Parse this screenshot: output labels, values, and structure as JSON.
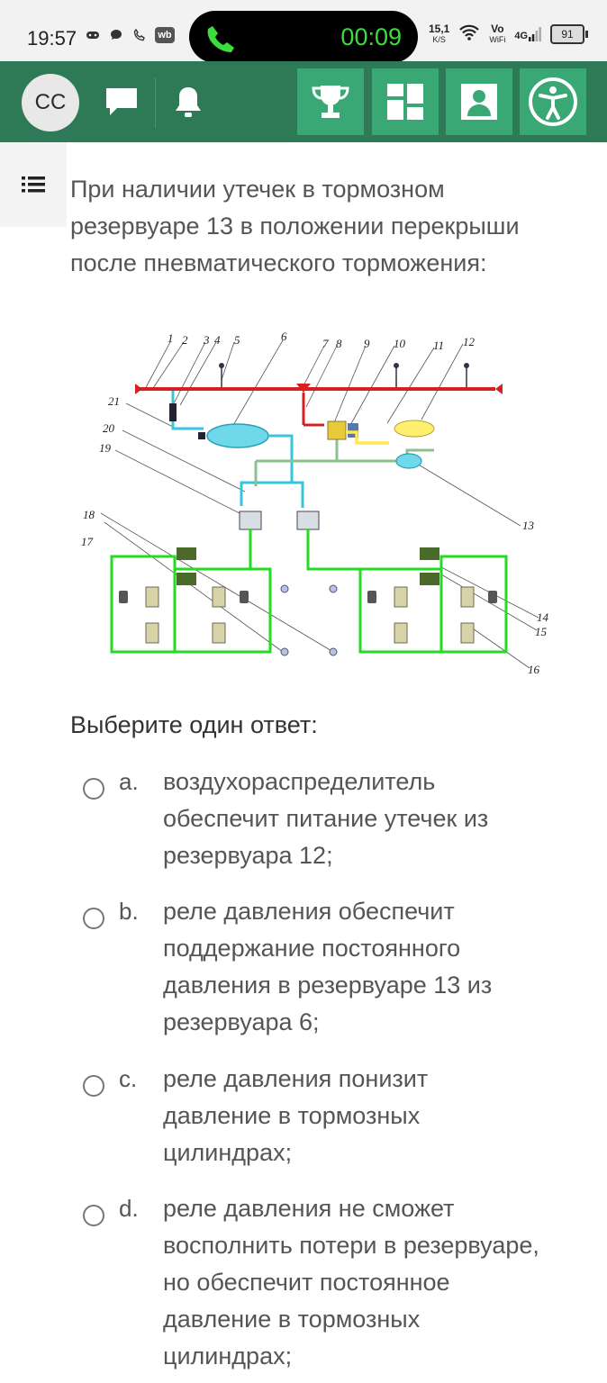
{
  "status_bar": {
    "time": "19:57",
    "call_timer": "00:09",
    "net_speed_value": "15,1",
    "net_speed_unit": "K/S",
    "vowifi_top": "Vo",
    "vowifi_bottom": "WiFi",
    "network": "4G",
    "battery": "91",
    "wb_label": "wb"
  },
  "header": {
    "avatar_initials": "CC",
    "nav_buttons": [
      "trophy-icon",
      "dashboard-icon",
      "profile-card-icon",
      "accessibility-icon"
    ]
  },
  "question": {
    "text": "При наличии утечек в тормозном резервуаре 13 в положении перекрыши после пневматического торможения:"
  },
  "diagram": {
    "labels": [
      "1",
      "2",
      "3",
      "4",
      "5",
      "6",
      "7",
      "8",
      "9",
      "10",
      "11",
      "12",
      "13",
      "14",
      "15",
      "16",
      "17",
      "18",
      "19",
      "20",
      "21"
    ],
    "colors": {
      "brake_line": "#d42020",
      "supply": "#35c7d8",
      "control": "#8cc08c",
      "cylinders": "#22dd22",
      "relay": "#ffe94d"
    }
  },
  "answer_prompt": "Выберите один ответ:",
  "options": [
    {
      "letter": "a.",
      "text": "воздухораспределитель обеспечит питание утечек из резервуара 12;"
    },
    {
      "letter": "b.",
      "text": "реле давления обеспечит поддержание постоянного давления в резервуаре 13 из резервуара 6;"
    },
    {
      "letter": "c.",
      "text": "реле давления понизит давление в тормозных цилиндрах;"
    },
    {
      "letter": "d.",
      "text": "реле давления не сможет восполнить потери в резервуаре, но обеспечит постоянное давление в тормозных цилиндрах;"
    }
  ]
}
